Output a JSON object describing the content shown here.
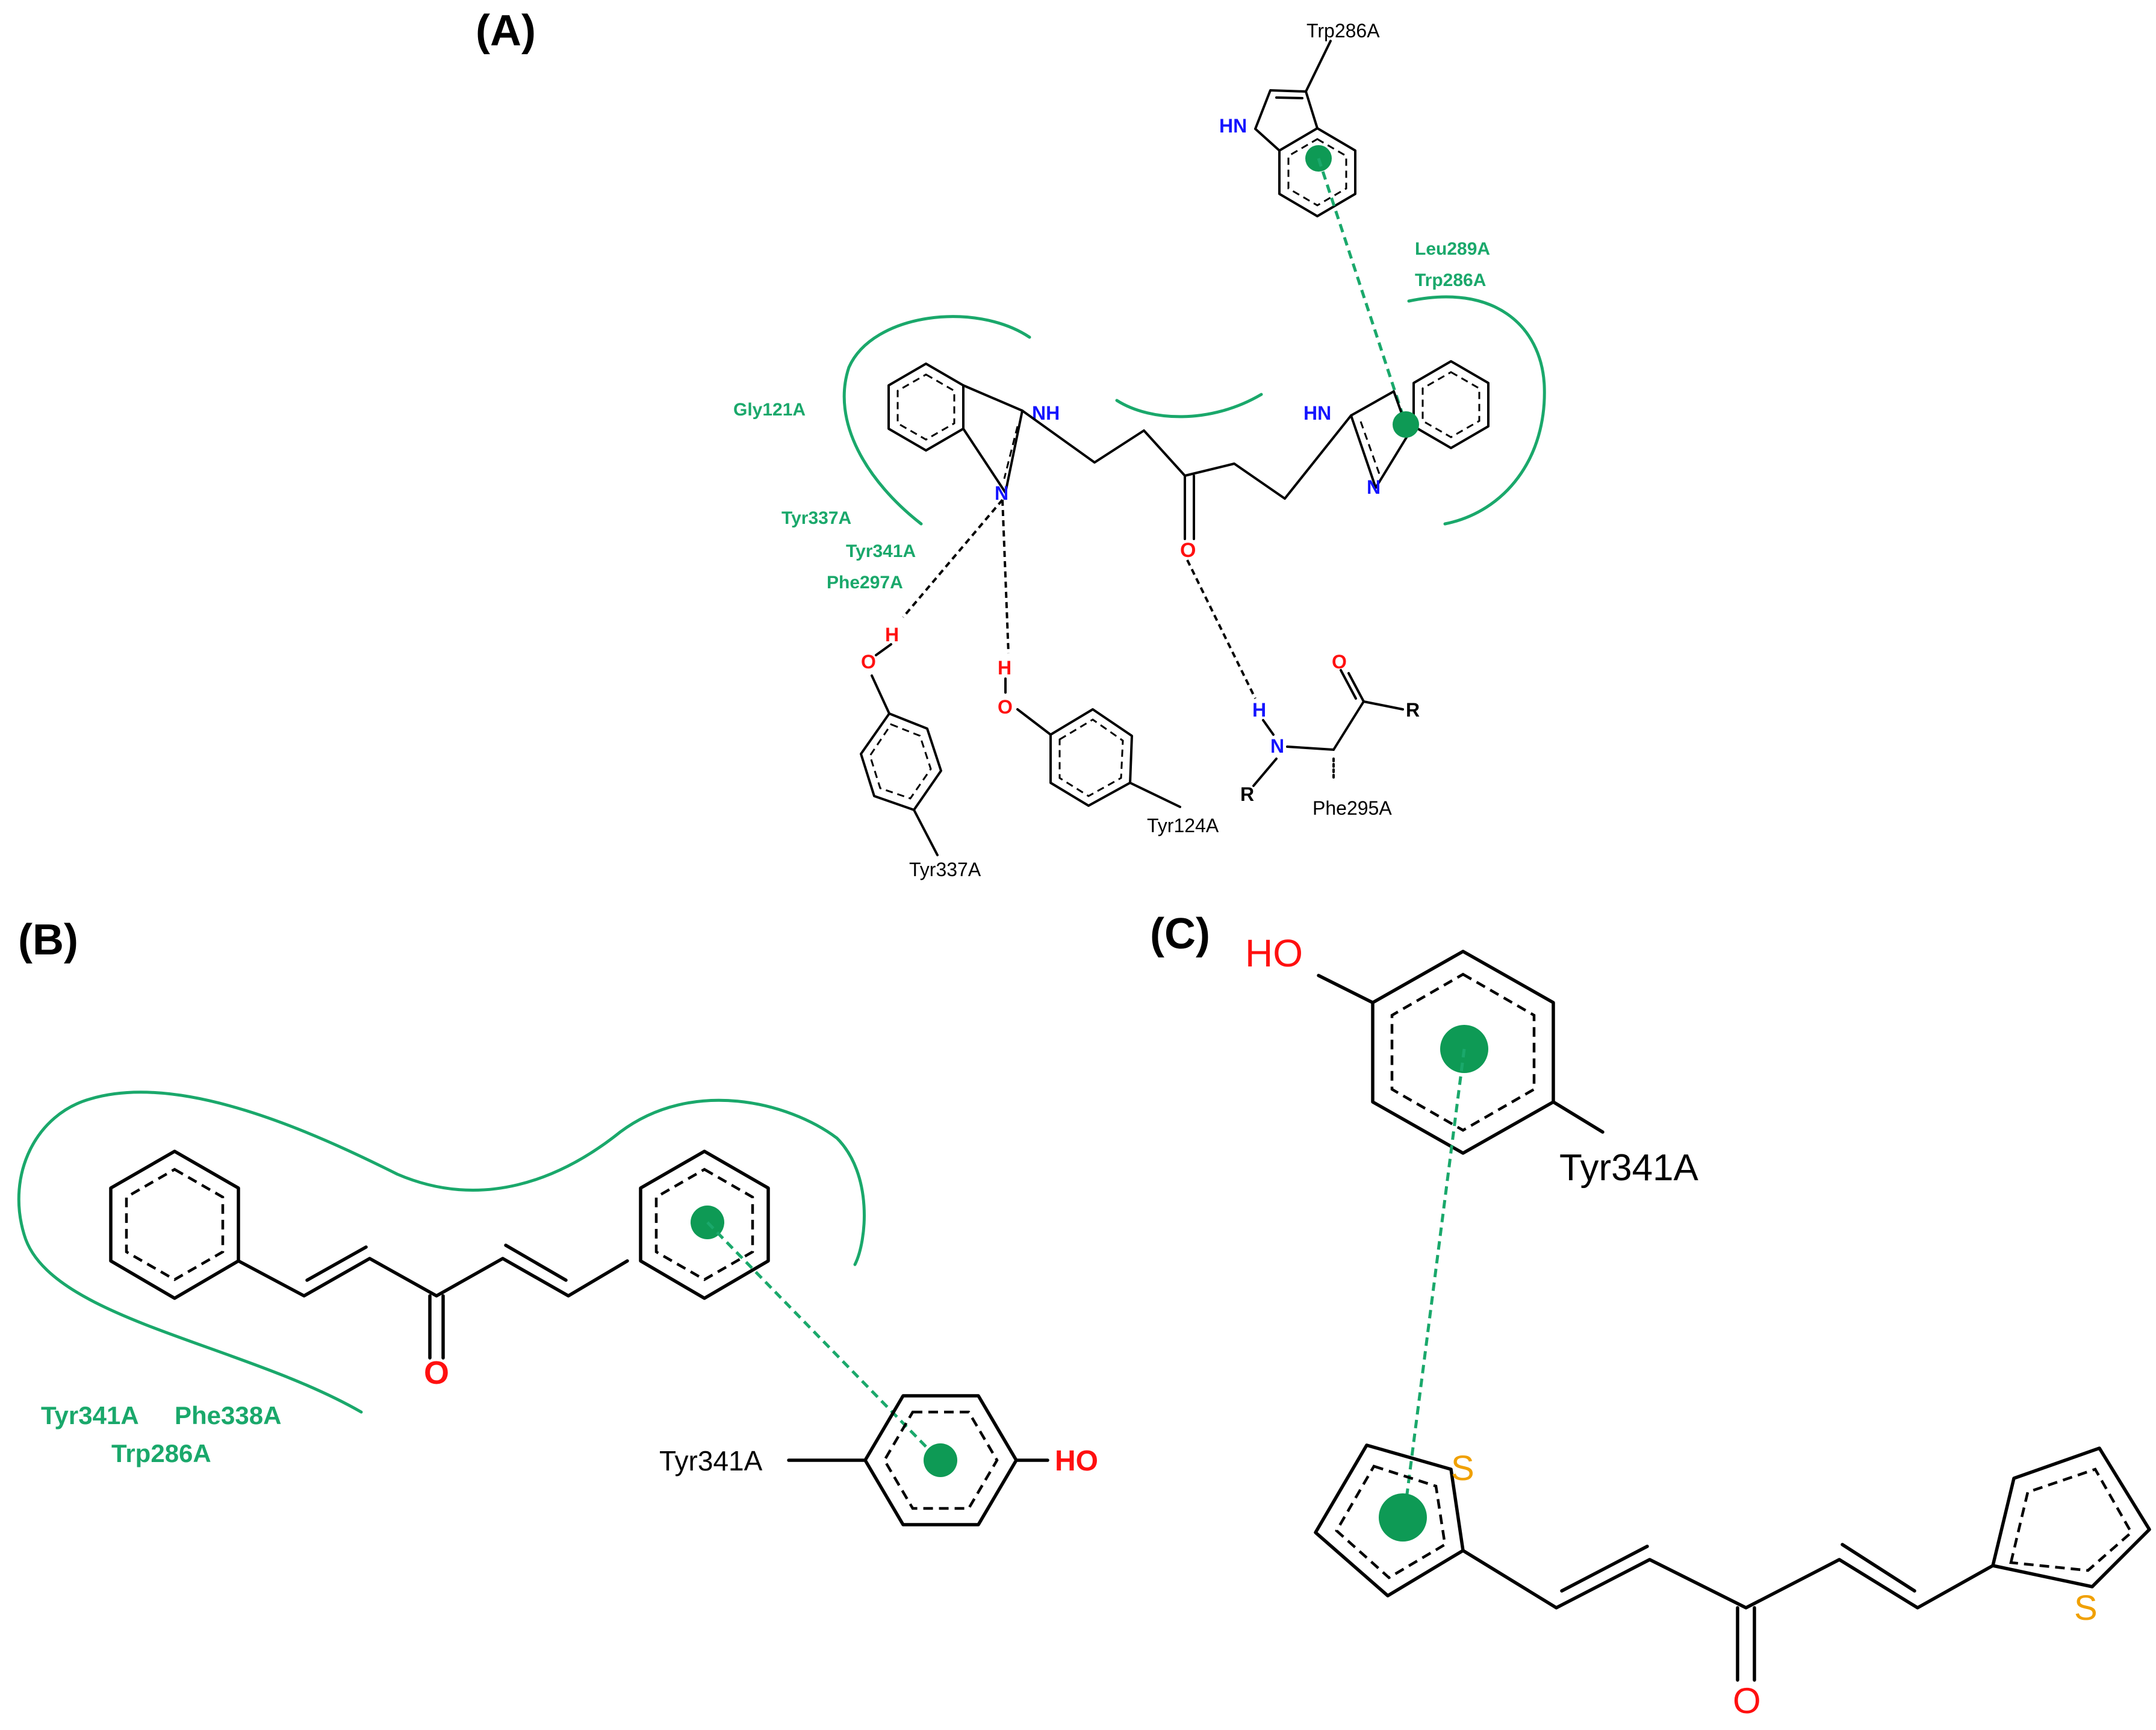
{
  "colors": {
    "green": "#1aa86b",
    "dot": "#0e9a55",
    "nitrogen": "#1414ff",
    "oxygen": "#ff1010",
    "sulfur": "#f0a000",
    "bond": "#000000"
  },
  "panels": {
    "a": {
      "label": "(A)",
      "residues": {
        "trp286_top": "Trp286A",
        "leu289": "Leu289A",
        "trp286_arc": "Trp286A",
        "gly121": "Gly121A",
        "tyr337_arc": "Tyr337A",
        "tyr341": "Tyr341A",
        "phe297": "Phe297A",
        "tyr337_bottom": "Tyr337A",
        "tyr124": "Tyr124A",
        "phe295": "Phe295A"
      },
      "atoms": {
        "hn_indole": "HN",
        "nh_left": "NH",
        "n_left": "N",
        "hn_right": "HN",
        "n_right": "N",
        "o_ketone": "O",
        "h1": "H",
        "o1": "O",
        "h2": "H",
        "o2": "O",
        "h3": "H",
        "n3": "N",
        "o_amide": "O",
        "r1": "R",
        "r2": "R"
      }
    },
    "b": {
      "label": "(B)",
      "residues": {
        "tyr341_green": "Tyr341A",
        "phe338": "Phe338A",
        "trp286": "Trp286A",
        "tyr341_black": "Tyr341A"
      },
      "atoms": {
        "o_ketone": "O",
        "ho": "HO"
      }
    },
    "c": {
      "label": "(C)",
      "residues": {
        "tyr341": "Tyr341A"
      },
      "atoms": {
        "ho": "HO",
        "s_left": "S",
        "s_right": "S",
        "o_ketone": "O"
      }
    }
  }
}
